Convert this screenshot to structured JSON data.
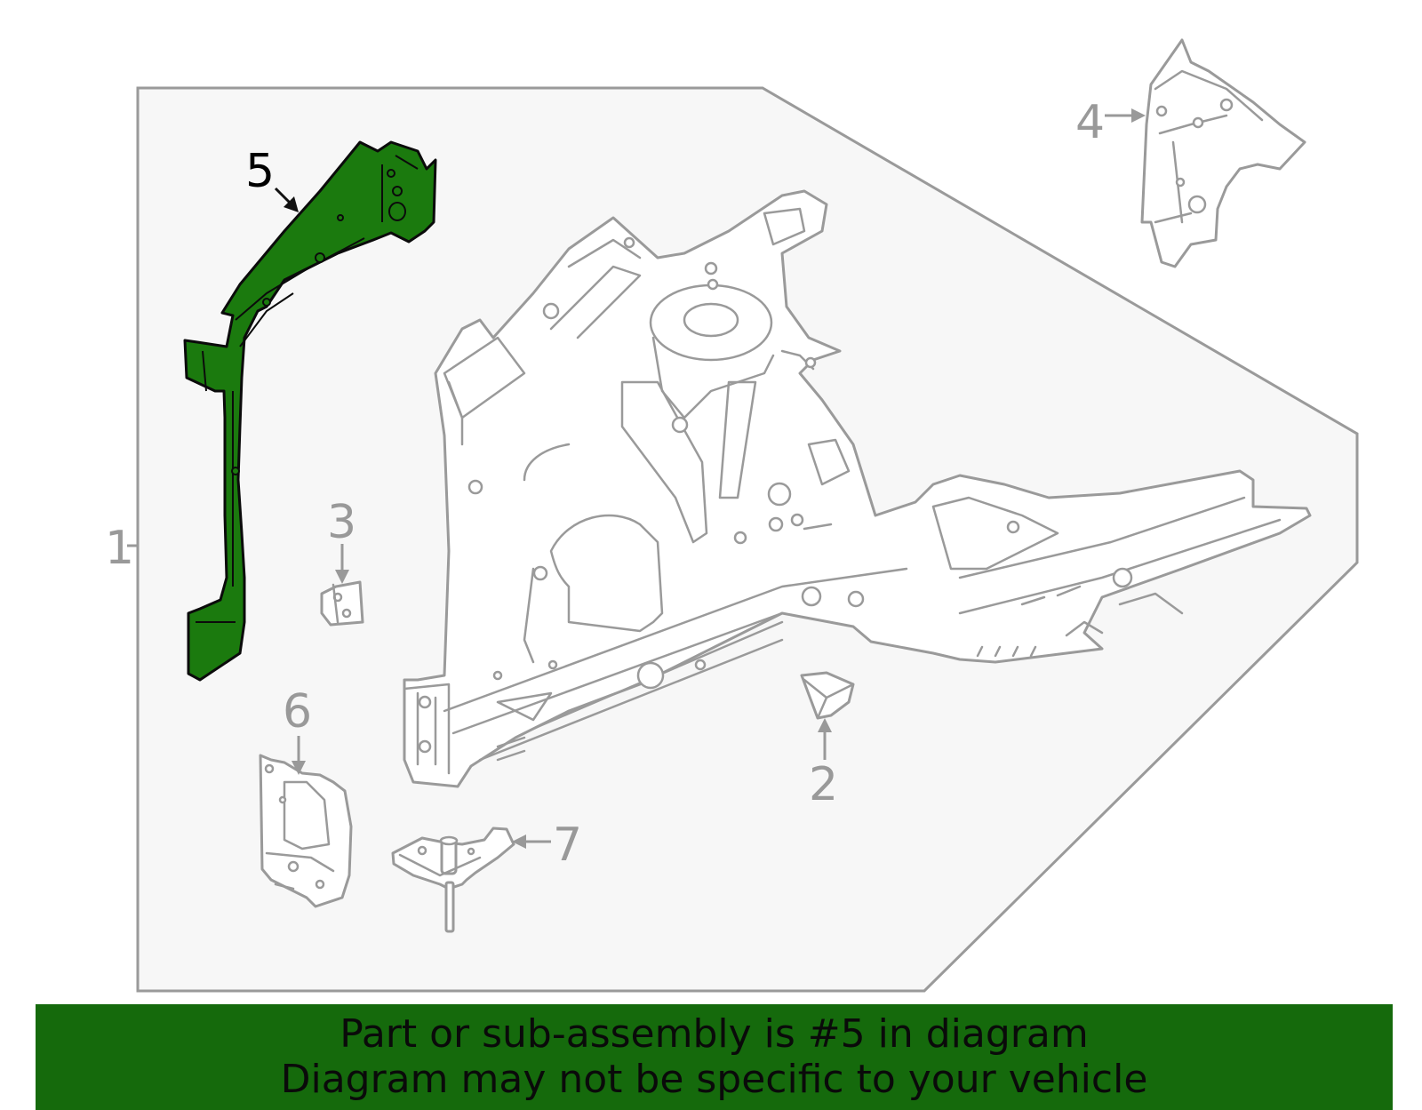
{
  "callouts": {
    "c1": "1",
    "c2": "2",
    "c3": "3",
    "c4": "4",
    "c5": "5",
    "c6": "6",
    "c7": "7"
  },
  "highlighted_part": "5",
  "banner": {
    "line1": "Part or sub-assembly is #5 in diagram",
    "line2": "Diagram may not be specific to your vehicle"
  },
  "colors": {
    "highlight": "#1b7a0e",
    "banner": "#156a0c",
    "line_art": "#9a9a9a",
    "frame_fill": "#f7f7f7"
  }
}
